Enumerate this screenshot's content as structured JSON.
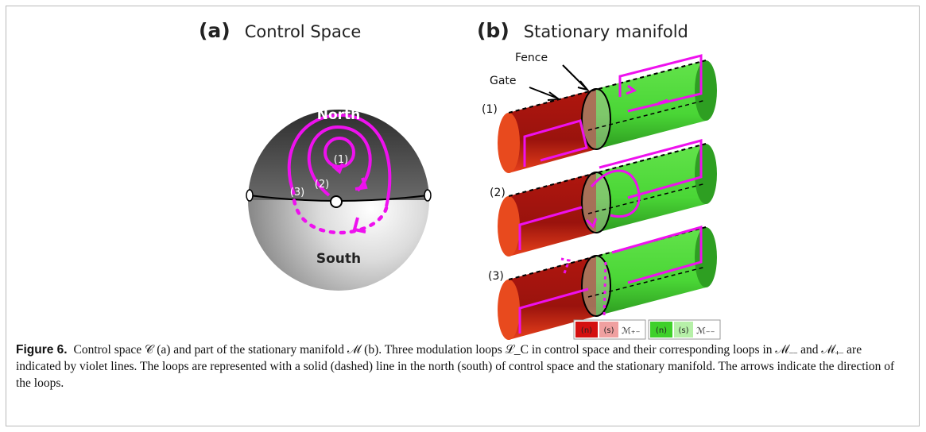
{
  "panel_a": {
    "letter": "(a)",
    "title": "Control Space",
    "north": "North",
    "south": "South",
    "loop_labels": [
      "(1)",
      "(2)",
      "(3)"
    ]
  },
  "panel_b": {
    "letter": "(b)",
    "title": "Stationary manifold",
    "fence": "Fence",
    "gate": "Gate",
    "row_labels": [
      "(1)",
      "(2)",
      "(3)"
    ],
    "legend": {
      "n": "(n)",
      "s": "(s)",
      "m_plus": "ℳ₊₋",
      "m_minus": "ℳ₋₋"
    }
  },
  "colors": {
    "loop": "#ee11ee",
    "red_tube": "#a3140f",
    "green_tube": "#4fd33c",
    "sphere_north": "#3a3a3a",
    "sphere_south": "#f4f4f4"
  },
  "caption": {
    "label": "Figure 6.",
    "text": "Control space 𝒞 (a) and part of the stationary manifold ℳ (b). Three modulation loops ℒ_C in control space and their corresponding loops in ℳ₋₋ and ℳ₊₋ are indicated by violet lines. The loops are represented with a solid (dashed) line in the north (south) of control space and the stationary manifold. The arrows indicate the direction of the loops."
  }
}
